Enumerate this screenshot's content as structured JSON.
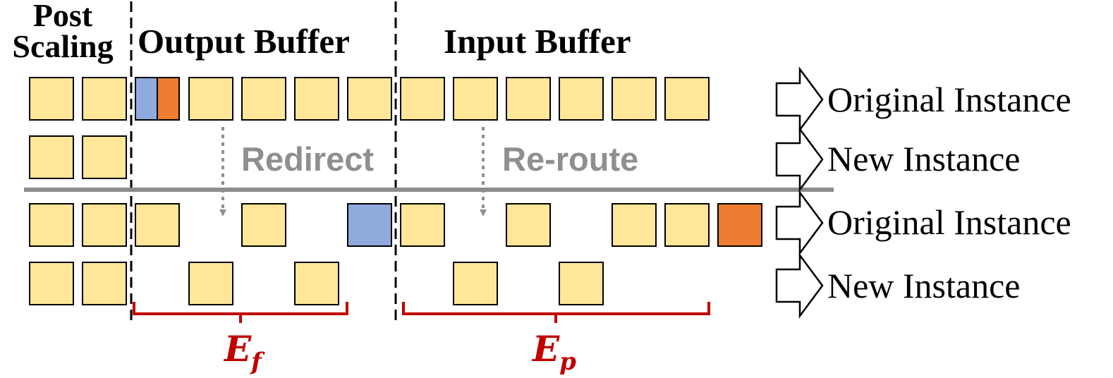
{
  "headers": {
    "post_scaling": [
      "Post",
      "Scaling"
    ],
    "output_buffer": "Output Buffer",
    "input_buffer": "Input Buffer"
  },
  "actions": {
    "redirect": "Redirect",
    "reroute": "Re-route"
  },
  "row_labels": [
    "Original Instance",
    "New Instance",
    "Original Instance",
    "New Instance"
  ],
  "braces": {
    "left": {
      "main": "E",
      "sub": "f"
    },
    "right": {
      "main": "E",
      "sub": "p"
    }
  },
  "colors": {
    "request_fill": "#FFE699",
    "blue_request": "#8FAADC",
    "orange_request": "#ED7D31",
    "brace": "#C00000",
    "divider": "#8C8C8C",
    "action_text": "#8F8F8F"
  },
  "icons": {
    "row_arrow": "hollow-right-arrow-icon",
    "flow_arrow": "dotted-down-arrow-icon"
  }
}
